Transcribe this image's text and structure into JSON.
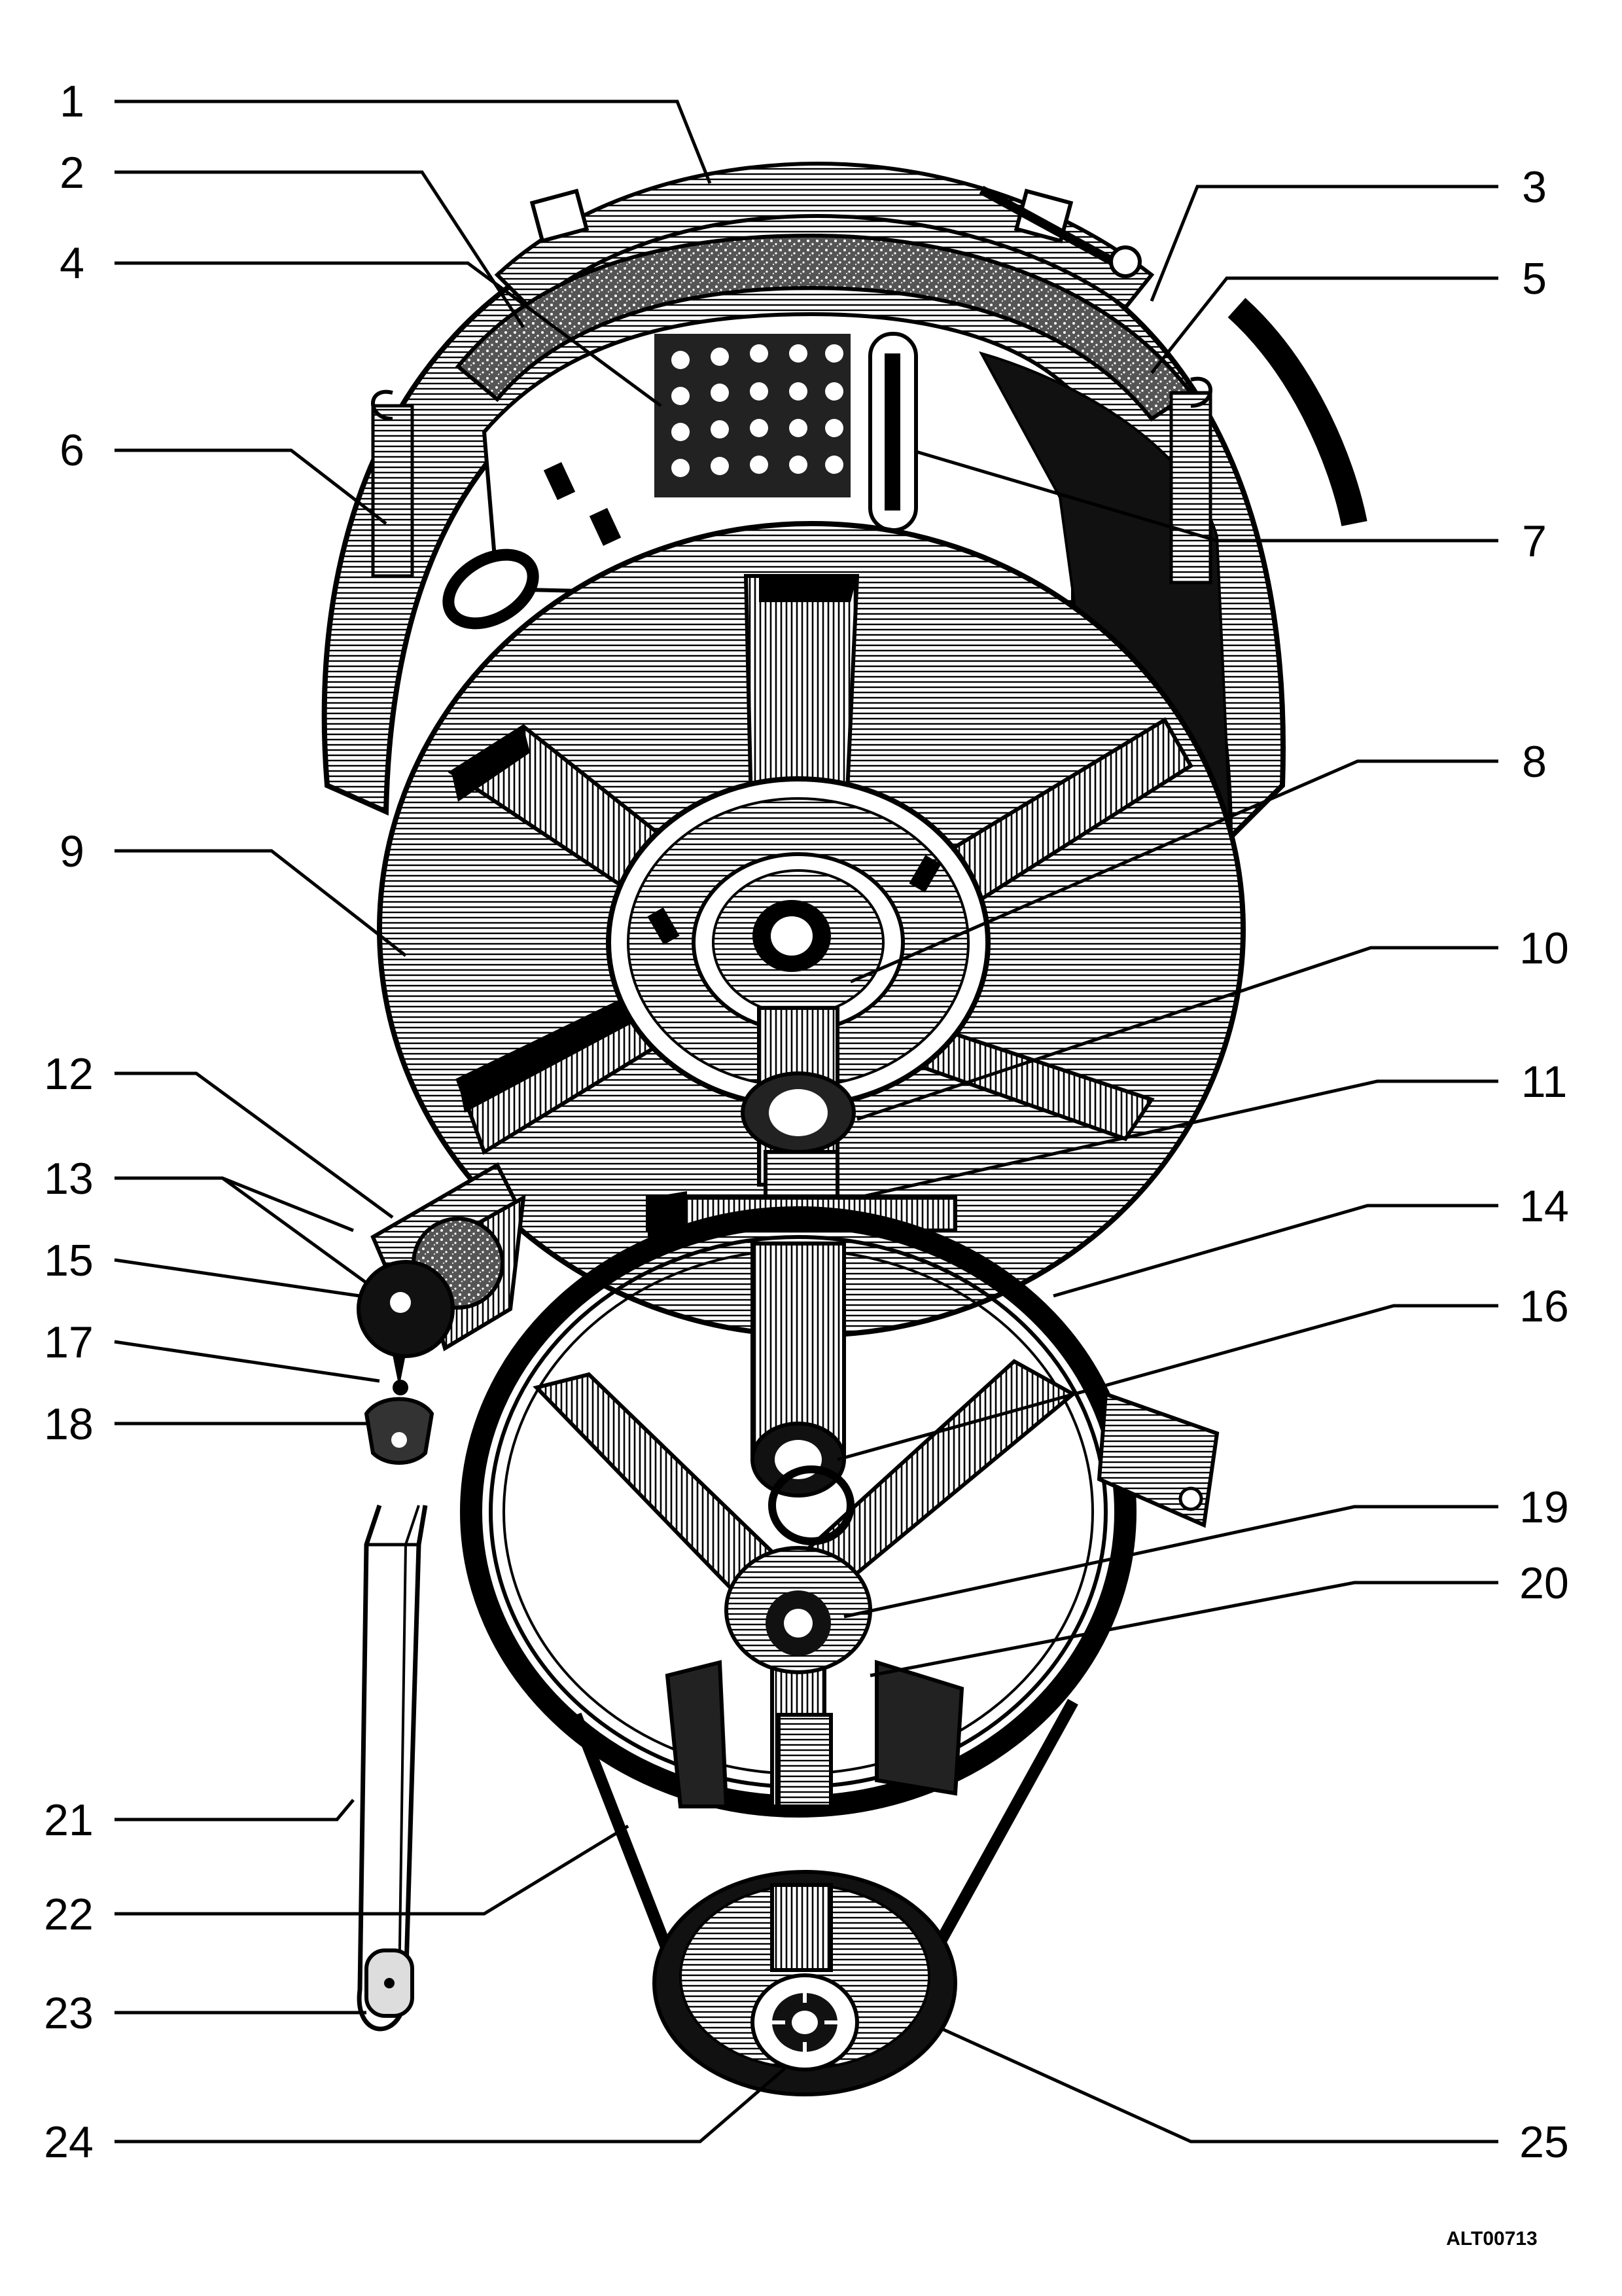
{
  "figure_code": "ALT00713",
  "callouts": [
    "1",
    "2",
    "3",
    "4",
    "5",
    "6",
    "7",
    "8",
    "9",
    "10",
    "11",
    "12",
    "13",
    "14",
    "15",
    "16",
    "17",
    "18",
    "19",
    "20",
    "21",
    "22",
    "23",
    "24",
    "25"
  ],
  "colors": {
    "ink": "#000000",
    "paper": "#ffffff",
    "shade": "#c8c8c8",
    "dark": "#1a1a1a"
  }
}
